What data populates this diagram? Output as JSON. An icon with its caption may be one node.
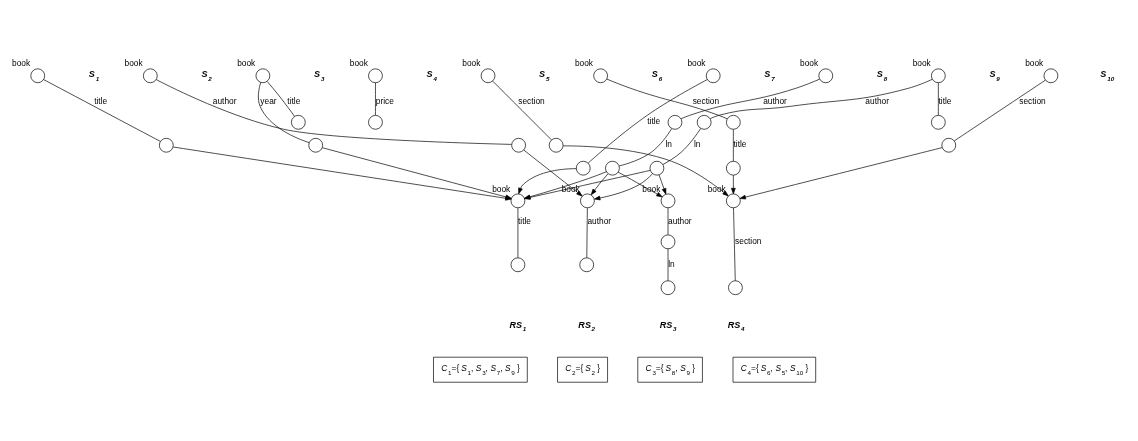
{
  "diagram": {
    "nodes": [
      {
        "text": [],
        "shape": "circle",
        "beside": [
          "book"
        ]
      },
      {
        "text": [],
        "shape": "circle"
      },
      {
        "text": [],
        "shape": "circle",
        "beside": [
          "book"
        ]
      },
      {
        "text": [],
        "shape": "circle"
      },
      {
        "text": [],
        "shape": "circle",
        "beside": [
          "book"
        ]
      },
      {
        "text": [],
        "shape": "circle"
      },
      {
        "text": [],
        "shape": "circle"
      },
      {
        "text": [],
        "shape": "circle",
        "beside": [
          "book"
        ]
      },
      {
        "text": [],
        "shape": "circle"
      },
      {
        "text": [],
        "shape": "circle",
        "beside": [
          "book"
        ]
      },
      {
        "text": [],
        "shape": "circle"
      },
      {
        "text": [],
        "shape": "circle",
        "beside": [
          "book"
        ]
      },
      {
        "text": [],
        "shape": "circle"
      },
      {
        "text": [],
        "shape": "circle"
      },
      {
        "text": [],
        "shape": "circle",
        "beside": [
          "book"
        ]
      },
      {
        "text": [],
        "shape": "circle"
      },
      {
        "text": [],
        "shape": "circle",
        "beside": [
          "book"
        ]
      },
      {
        "text": [],
        "shape": "circle"
      },
      {
        "text": [],
        "shape": "circle"
      },
      {
        "text": [],
        "shape": "circle",
        "beside": [
          "book"
        ]
      },
      {
        "text": [],
        "shape": "circle"
      },
      {
        "text": [],
        "shape": "circle"
      },
      {
        "text": [],
        "shape": "circle"
      },
      {
        "text": [],
        "shape": "circle",
        "beside": [
          "book"
        ]
      },
      {
        "text": [],
        "shape": "circle"
      },
      {
        "text": [],
        "shape": "circle",
        "beside": [
          "book"
        ]
      },
      {
        "text": [],
        "shape": "circle"
      },
      {
        "text": [],
        "shape": "circle",
        "beside": [
          "book"
        ]
      },
      {
        "text": [],
        "shape": "circle"
      },
      {
        "text": [],
        "shape": "circle",
        "beside": [
          "book"
        ]
      },
      {
        "text": [],
        "shape": "circle"
      },
      {
        "text": [],
        "shape": "circle"
      },
      {
        "text": [],
        "shape": "circle",
        "beside": [
          "book"
        ]
      },
      {
        "text": [],
        "shape": "circle"
      },
      {
        "text": [
          "*C*$_{1}$={ *S*$_{1}$, *S*$_{3}$, *S*$_{7}$, *S*$_{9}$ }"
        ]
      },
      {
        "text": [
          "*C*$_{2}$={ *S*$_{2}$ }"
        ]
      },
      {
        "text": [
          "*C*$_{3}$={ *S*$_{8}$, *S*$_{9}$ }"
        ]
      },
      {
        "text": [
          "*C*$_{4}$={ *S*$_{6}$, *S*$_{5}$, *S*$_{10}$ }"
        ]
      }
    ],
    "edges": [
      {
        "from": 0,
        "to": 1,
        "arrow": "none",
        "label": "title"
      },
      {
        "from": 2,
        "to": 3,
        "arrow": "none",
        "label": "author"
      },
      {
        "from": 4,
        "to": 5,
        "arrow": "none",
        "label": "title"
      },
      {
        "from": 4,
        "to": 6,
        "arrow": "none",
        "label": "year"
      },
      {
        "from": 7,
        "to": 8,
        "arrow": "none",
        "label": "price"
      },
      {
        "from": 9,
        "to": 10,
        "arrow": "none",
        "label": "section"
      },
      {
        "from": 11,
        "to": 12,
        "arrow": "none",
        "label": "section"
      },
      {
        "from": 12,
        "to": 13,
        "arrow": "none",
        "label": "title"
      },
      {
        "from": 14,
        "to": 15,
        "arrow": "none",
        "label": "title"
      },
      {
        "from": 16,
        "to": 17,
        "arrow": "none",
        "label": "author"
      },
      {
        "from": 17,
        "to": 18,
        "arrow": "none",
        "label": "ln"
      },
      {
        "from": 19,
        "to": 20,
        "arrow": "none",
        "label": "title"
      },
      {
        "from": 19,
        "to": 21,
        "arrow": "none",
        "label": "author"
      },
      {
        "from": 21,
        "to": 22,
        "arrow": "none",
        "label": "ln"
      },
      {
        "from": 23,
        "to": 24,
        "arrow": "none",
        "label": "section"
      },
      {
        "from": 25,
        "to": 26,
        "arrow": "none",
        "label": "title"
      },
      {
        "from": 27,
        "to": 28,
        "arrow": "none",
        "label": "author"
      },
      {
        "from": 29,
        "to": 30,
        "arrow": "none",
        "label": "author"
      },
      {
        "from": 30,
        "to": 31,
        "arrow": "none",
        "label": "ln"
      },
      {
        "from": 32,
        "to": 33,
        "arrow": "none",
        "label": "section"
      },
      {
        "from": 1,
        "to": 25,
        "arrow": "to"
      },
      {
        "from": 3,
        "to": 27,
        "arrow": "to"
      },
      {
        "from": 6,
        "to": 25,
        "arrow": "to"
      },
      {
        "from": 10,
        "to": 32,
        "arrow": "to"
      },
      {
        "from": 13,
        "to": 32,
        "arrow": "to"
      },
      {
        "from": 15,
        "to": 25,
        "arrow": "to"
      },
      {
        "from": 18,
        "to": 25,
        "arrow": "to"
      },
      {
        "from": 18,
        "to": 27,
        "arrow": "to"
      },
      {
        "from": 18,
        "to": 29,
        "arrow": "to"
      },
      {
        "from": 22,
        "to": 25,
        "arrow": "to"
      },
      {
        "from": 22,
        "to": 27,
        "arrow": "to"
      },
      {
        "from": 22,
        "to": 29,
        "arrow": "to"
      },
      {
        "from": 24,
        "to": 32,
        "arrow": "to"
      }
    ],
    "labels": [
      "S$_{1}$",
      "S$_{2}$",
      "S$_{3}$",
      "S$_{4}$",
      "S$_{5}$",
      "S$_{6}$",
      "S$_{7}$",
      "S$_{8}$",
      "S$_{9}$",
      "S$_{10}$",
      "RS$_{1}$",
      "RS$_{2}$",
      "RS$_{3}$",
      "RS$_{4}$"
    ]
  }
}
